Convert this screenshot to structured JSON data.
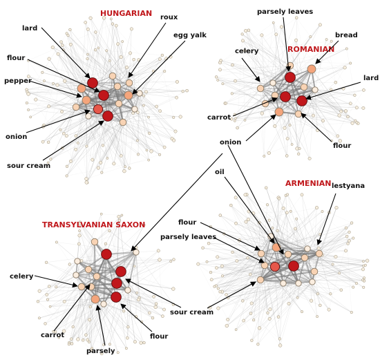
{
  "colors": {
    "title": "#c0171b",
    "edge": "#9a9a9a",
    "arrow": "#000000",
    "node_scale": [
      "#fbeee0",
      "#f8d3b4",
      "#f4a57c",
      "#e6574a",
      "#c0171b"
    ]
  },
  "cuisines": [
    {
      "key": "hungarian",
      "title": "HUNGARIAN",
      "ingredients": [
        {
          "label": "lard",
          "weight": 4
        },
        {
          "label": "flour",
          "weight": 4
        },
        {
          "label": "pepper",
          "weight": 2
        },
        {
          "label": "onion",
          "weight": 3
        },
        {
          "label": "sour cream",
          "weight": 4
        },
        {
          "label": "roux",
          "weight": 1
        },
        {
          "label": "egg yalk",
          "weight": 2
        }
      ]
    },
    {
      "key": "romanian",
      "title": "ROMANIAN",
      "ingredients": [
        {
          "label": "parsely leaves",
          "weight": 4
        },
        {
          "label": "bread",
          "weight": 2
        },
        {
          "label": "celery",
          "weight": 1
        },
        {
          "label": "lard",
          "weight": 4
        },
        {
          "label": "carrot",
          "weight": 4
        },
        {
          "label": "onion",
          "weight": 2
        },
        {
          "label": "flour",
          "weight": 1
        }
      ]
    },
    {
      "key": "transylvanian",
      "title": "TRANSYLVANIAN SAXON",
      "ingredients": [
        {
          "label": "celery",
          "weight": 1
        },
        {
          "label": "carrot",
          "weight": 1
        },
        {
          "label": "parsely",
          "weight": 1
        },
        {
          "label": "flour",
          "weight": 4
        },
        {
          "label": "sour cream",
          "weight": 4
        },
        {
          "label": "parsely leaves",
          "weight": 1
        }
      ]
    },
    {
      "key": "armenian",
      "title": "ARMENIAN",
      "ingredients": [
        {
          "label": "oil",
          "weight": 1
        },
        {
          "label": "flour",
          "weight": 1
        },
        {
          "label": "parsely leaves",
          "weight": 1
        },
        {
          "label": "lestyana",
          "weight": 4
        },
        {
          "label": "sour cream",
          "weight": 2
        }
      ]
    }
  ]
}
